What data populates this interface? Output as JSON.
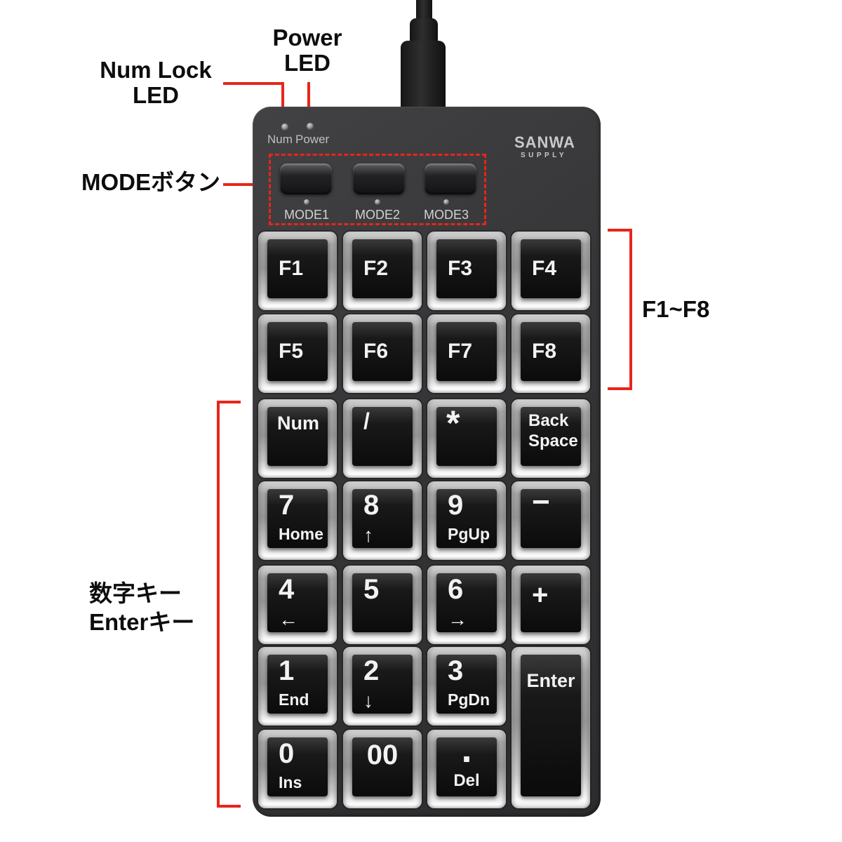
{
  "annotations": {
    "power_led_line1": "Power",
    "power_led_line2": "LED",
    "num_lock_line1": "Num Lock",
    "num_lock_line2": "LED",
    "mode_label": "MODEボタン",
    "f_range_label": "F1~F8",
    "numeric_line1": "数字キー",
    "numeric_line2": "Enterキー"
  },
  "device": {
    "brand": "SANWA",
    "brand_sub": "SUPPLY",
    "led_num": "Num",
    "led_power": "Power",
    "mode1": "MODE1",
    "mode2": "MODE2",
    "mode3": "MODE3"
  },
  "keys": {
    "f1": {
      "main": "F1"
    },
    "f2": {
      "main": "F2"
    },
    "f3": {
      "main": "F3"
    },
    "f4": {
      "main": "F4"
    },
    "f5": {
      "main": "F5"
    },
    "f6": {
      "main": "F6"
    },
    "f7": {
      "main": "F7"
    },
    "f8": {
      "main": "F8"
    },
    "num": {
      "main": "Num"
    },
    "divide": {
      "main": "/"
    },
    "multiply": {
      "main": "*"
    },
    "backspace": {
      "line1": "Back",
      "line2": "Space"
    },
    "k7": {
      "main": "7",
      "sub": "Home"
    },
    "k8": {
      "main": "8",
      "sub": "↑"
    },
    "k9": {
      "main": "9",
      "sub": "PgUp"
    },
    "minus": {
      "main": "−"
    },
    "k4": {
      "main": "4",
      "sub": "←"
    },
    "k5": {
      "main": "5"
    },
    "k6": {
      "main": "6",
      "sub": "→"
    },
    "plus": {
      "main": "+"
    },
    "k1": {
      "main": "1",
      "sub": "End"
    },
    "k2": {
      "main": "2",
      "sub": "↓"
    },
    "k3": {
      "main": "3",
      "sub": "PgDn"
    },
    "enter": {
      "main": "Enter"
    },
    "k0": {
      "main": "0",
      "sub": "Ins"
    },
    "k00": {
      "main": "00"
    },
    "dot": {
      "main": ".",
      "sub": "Del"
    }
  },
  "colors": {
    "annotation_red": "#e8251a",
    "device_body": "#353537",
    "key_plate": "#0b0b0b",
    "key_legend": "#f2f2f2"
  }
}
